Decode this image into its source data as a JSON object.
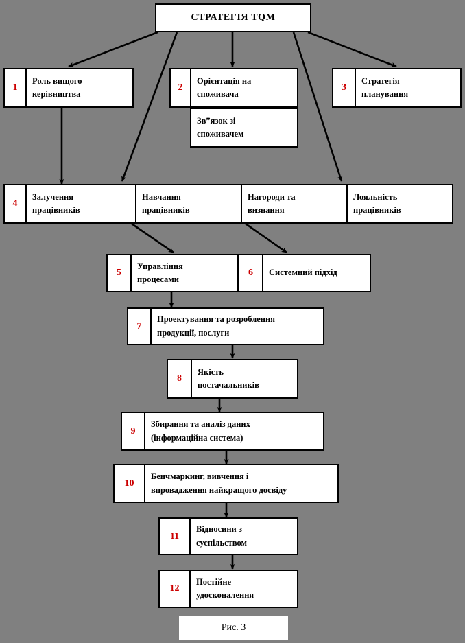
{
  "figure": {
    "title": "СТРАТЕГІЯ TQM",
    "caption": "Рис. 3",
    "accent_number_color": "#cc0000",
    "background_color": "#808080",
    "box_fill": "#ffffff",
    "line_color": "#000000"
  },
  "nodes": {
    "n1": {
      "num": "1",
      "line1": "Роль вищого",
      "line2": "керівництва"
    },
    "n2": {
      "num": "2",
      "line1": "Орієнтація на",
      "line2": "споживача"
    },
    "n2sub": {
      "line1": "Зв”язок зі",
      "line2": "споживачем"
    },
    "n3": {
      "num": "3",
      "line1": "Стратегія",
      "line2": "планування"
    },
    "n4": {
      "num": "4",
      "line1": "Залучення",
      "line2": "працівників"
    },
    "n4b": {
      "line1": "Навчання",
      "line2": "працівників"
    },
    "n4c": {
      "line1": "Нагороди та",
      "line2": "визнання"
    },
    "n4d": {
      "line1": "Лояльність",
      "line2": "працівників"
    },
    "n5": {
      "num": "5",
      "line1": "Управління",
      "line2": "процесами"
    },
    "n6": {
      "num": "6",
      "line1": "Системний підхід",
      "line2": ""
    },
    "n7": {
      "num": "7",
      "line1": "Проектування та розроблення",
      "line2": "продукції,  послуги"
    },
    "n8": {
      "num": "8",
      "line1": "Якість",
      "line2": "постачальників"
    },
    "n9": {
      "num": "9",
      "line1": "Збирання  та аналіз даних",
      "line2": "(інформаційна  система)"
    },
    "n10": {
      "num": "10",
      "line1": "Бенчмаркинг, вивчення і",
      "line2": "впровадження найкращого  досвіду"
    },
    "n11": {
      "num": "11",
      "line1": "Відносини з",
      "line2": "суспільством"
    },
    "n12": {
      "num": "12",
      "line1": "Постійне",
      "line2": "удосконалення"
    }
  },
  "connections": [
    {
      "from": "title",
      "to": "n1",
      "kind": "diagonal-arrow"
    },
    {
      "from": "title",
      "to": "n2",
      "kind": "vertical-arrow"
    },
    {
      "from": "title",
      "to": "n3",
      "kind": "diagonal-arrow"
    },
    {
      "from": "title",
      "to": "n4b",
      "kind": "long-diagonal-arrow"
    },
    {
      "from": "title",
      "to": "n4d",
      "kind": "long-diagonal-arrow"
    },
    {
      "from": "n1",
      "to": "n4",
      "kind": "vertical-arrow"
    },
    {
      "from": "n4b",
      "to": "n5",
      "kind": "diagonal-arrow"
    },
    {
      "from": "n4c",
      "to": "n6",
      "kind": "diagonal-arrow"
    },
    {
      "from": "n5",
      "to": "n7",
      "kind": "vertical-arrow"
    },
    {
      "from": "n7",
      "to": "n8",
      "kind": "vertical-arrow"
    },
    {
      "from": "n8",
      "to": "n9",
      "kind": "vertical-arrow"
    },
    {
      "from": "n9",
      "to": "n10",
      "kind": "vertical-arrow"
    },
    {
      "from": "n10",
      "to": "n11",
      "kind": "vertical-arrow"
    },
    {
      "from": "n11",
      "to": "n12",
      "kind": "vertical-arrow"
    }
  ]
}
